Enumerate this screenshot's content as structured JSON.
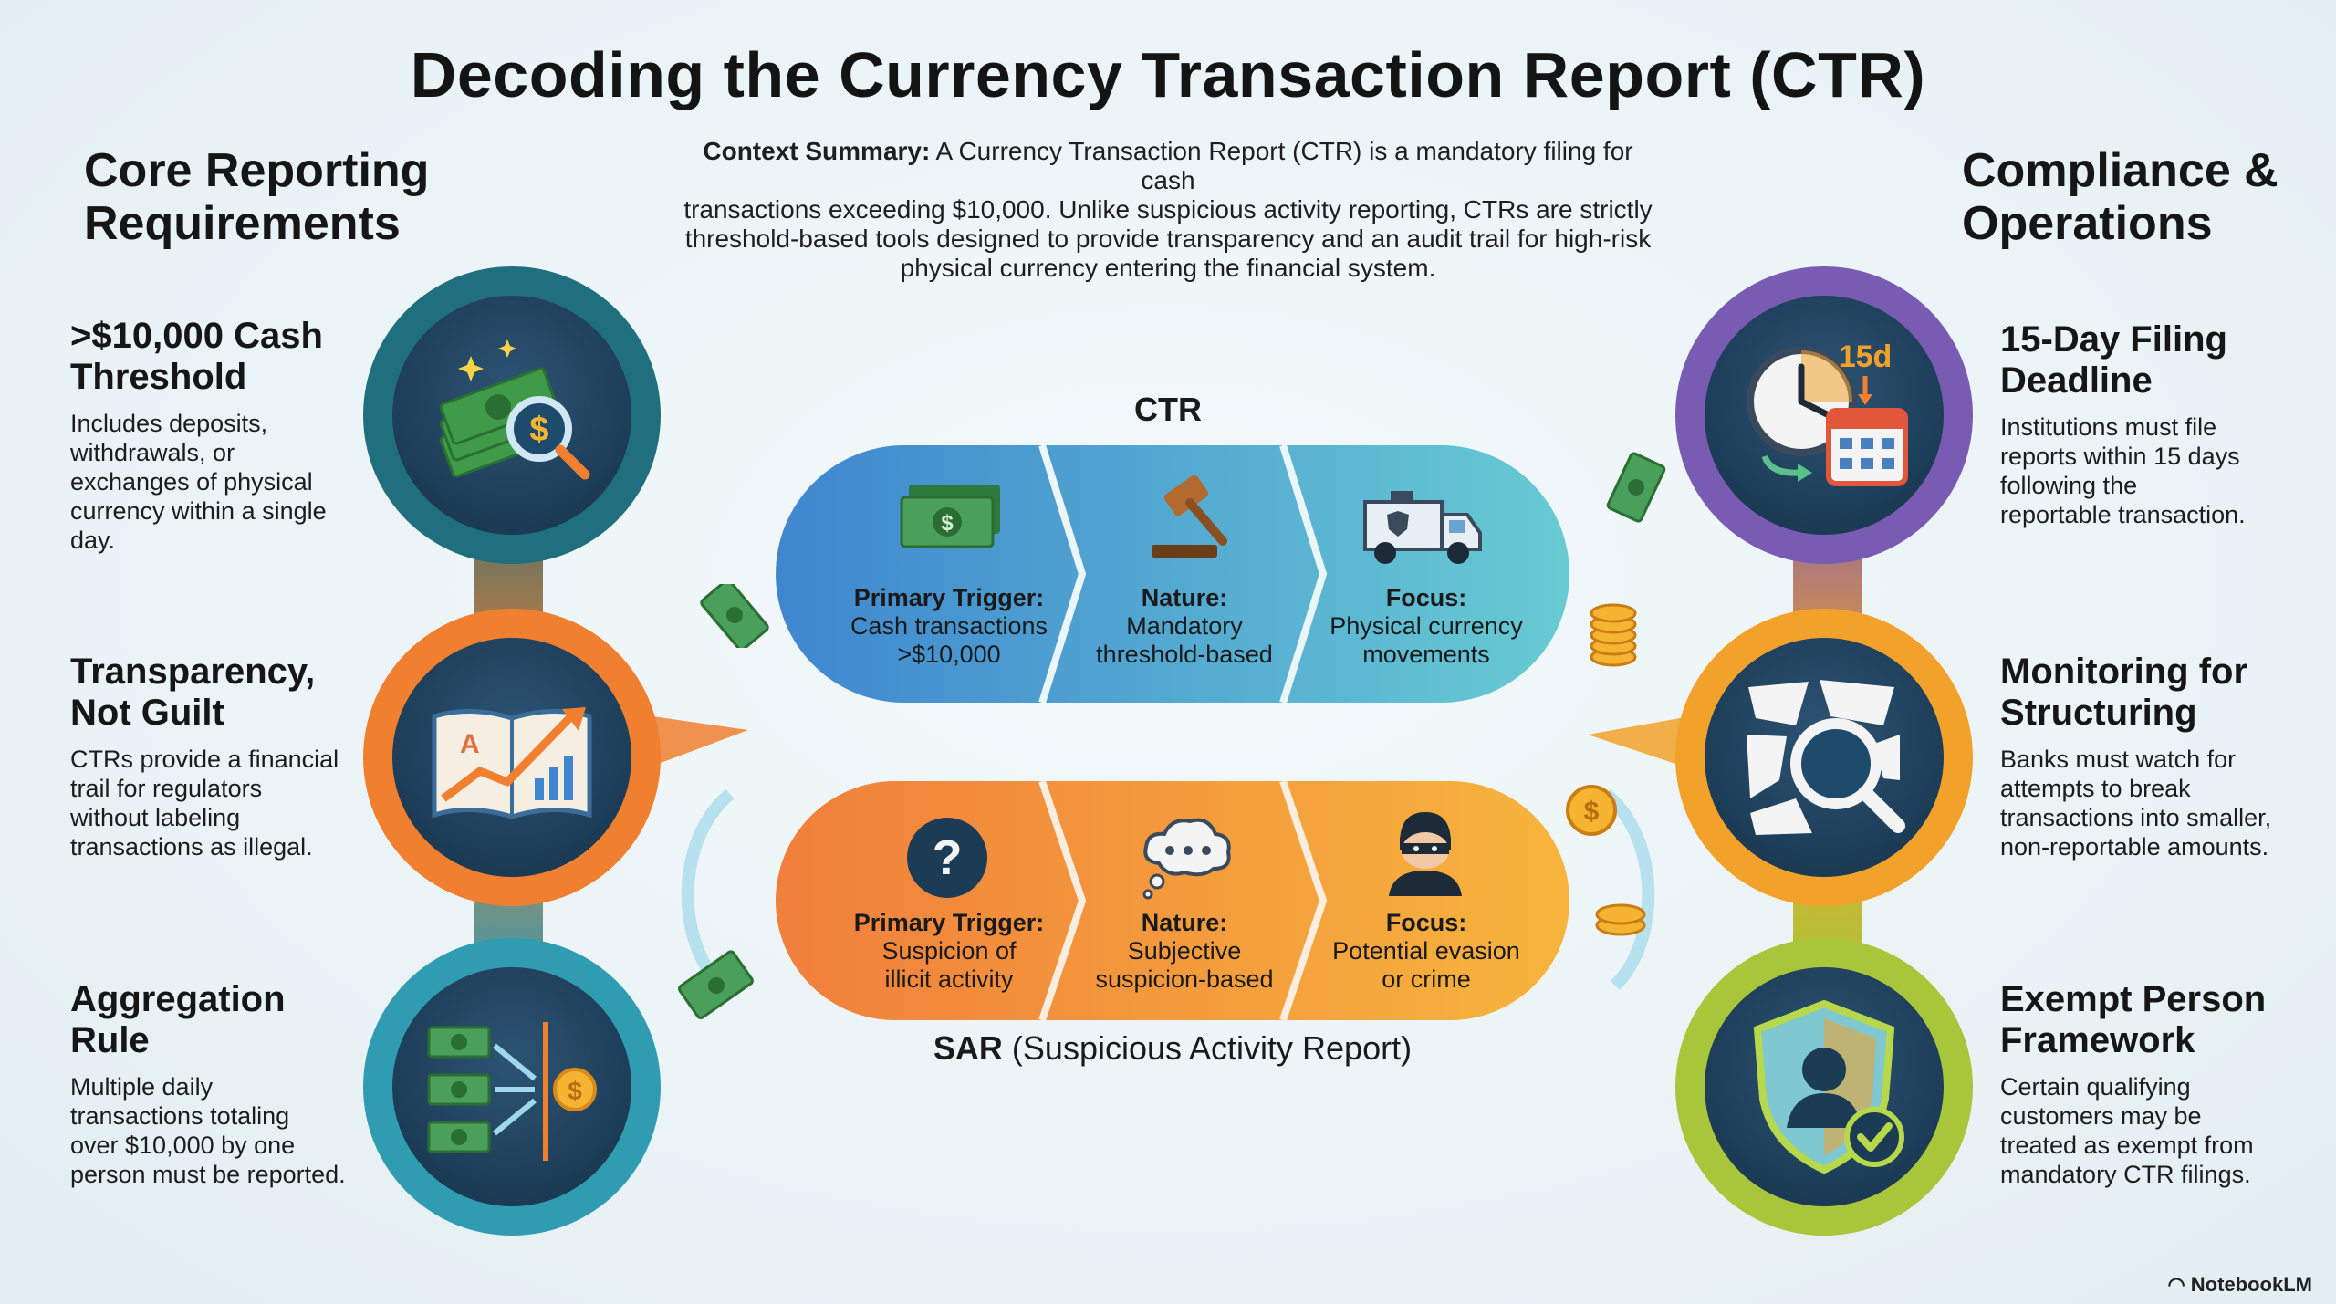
{
  "title": "Decoding  the Currency Transaction Report (CTR)",
  "left_heading": [
    "Core Reporting",
    "Requirements"
  ],
  "right_heading": [
    "Compliance &",
    "Operations"
  ],
  "context": {
    "label": "Context Summary:",
    "lines": [
      " A Currency Transaction Report (CTR) is a mandatory filing for cash",
      "transactions exceeding $10,000. Unlike suspicious activity reporting, CTRs are strictly",
      "threshold-based tools designed to provide transparency and an audit trail for high-risk",
      "physical currency entering the financial system."
    ]
  },
  "left_items": [
    {
      "title": [
        ">$10,000 Cash",
        "Threshold"
      ],
      "desc": [
        "Includes deposits,",
        "withdrawals, or",
        "exchanges of physical",
        "currency within a single",
        "day."
      ],
      "icon": "cash-magnifier-icon"
    },
    {
      "title": [
        "Transparency,",
        "Not Guilt"
      ],
      "desc": [
        "CTRs provide a financial",
        "trail for regulators",
        "without labeling",
        "transactions as illegal."
      ],
      "icon": "ledger-chart-icon"
    },
    {
      "title": [
        "Aggregation",
        "Rule"
      ],
      "desc": [
        "Multiple daily",
        "transactions totaling",
        "over $10,000 by one",
        "person must be reported."
      ],
      "icon": "bills-merge-icon"
    }
  ],
  "right_items": [
    {
      "title": [
        "15-Day Filing",
        "Deadline"
      ],
      "desc": [
        "Institutions must file",
        "reports within 15 days",
        "following the",
        "reportable transaction."
      ],
      "icon": "clock-calendar-icon",
      "badge": "15d"
    },
    {
      "title": [
        "Monitoring for",
        "Structuring"
      ],
      "desc": [
        "Banks must watch for",
        "attempts to break",
        "transactions into smaller,",
        "non-reportable amounts."
      ],
      "icon": "shattered-magnifier-icon"
    },
    {
      "title": [
        "Exempt Person",
        "Framework"
      ],
      "desc": [
        "Certain qualifying",
        "customers may be",
        "treated as exempt from",
        "mandatory CTR filings."
      ],
      "icon": "shield-person-icon"
    }
  ],
  "ctr": {
    "label": "CTR",
    "segments": [
      {
        "key": "Primary Trigger:",
        "lines": [
          "Cash transactions",
          ">$10,000"
        ],
        "icon": "cash-icon"
      },
      {
        "key": "Nature:",
        "lines": [
          "Mandatory",
          "threshold-based"
        ],
        "icon": "gavel-icon"
      },
      {
        "key": "Focus:",
        "lines": [
          "Physical currency",
          "movements"
        ],
        "icon": "armored-truck-icon"
      }
    ]
  },
  "sar": {
    "label_bold": "SAR",
    "label_rest": " (Suspicious Activity Report)",
    "segments": [
      {
        "key": "Primary Trigger:",
        "lines": [
          "Suspicion of",
          "illicit activity"
        ],
        "icon": "question-icon"
      },
      {
        "key": "Nature:",
        "lines": [
          "Subjective",
          "suspicion-based"
        ],
        "icon": "thought-cloud-icon"
      },
      {
        "key": "Focus:",
        "lines": [
          "Potential evasion",
          "or crime"
        ],
        "icon": "masked-thief-icon"
      }
    ]
  },
  "coin_symbol": "$",
  "watermark": "NotebookLM",
  "colors": {
    "ctr_blue": "#3f86cf",
    "ctr_teal": "#5ec2d0",
    "sar_orange": "#f07f3c",
    "sar_yellow": "#f7b53d",
    "circle_teal": "#1f6f7e",
    "circle_orange": "#f07f2f",
    "circle_cyan": "#2f9cb2",
    "circle_purple": "#7a5bb4",
    "circle_amber": "#f2a22a",
    "circle_lime": "#a9c53a"
  }
}
